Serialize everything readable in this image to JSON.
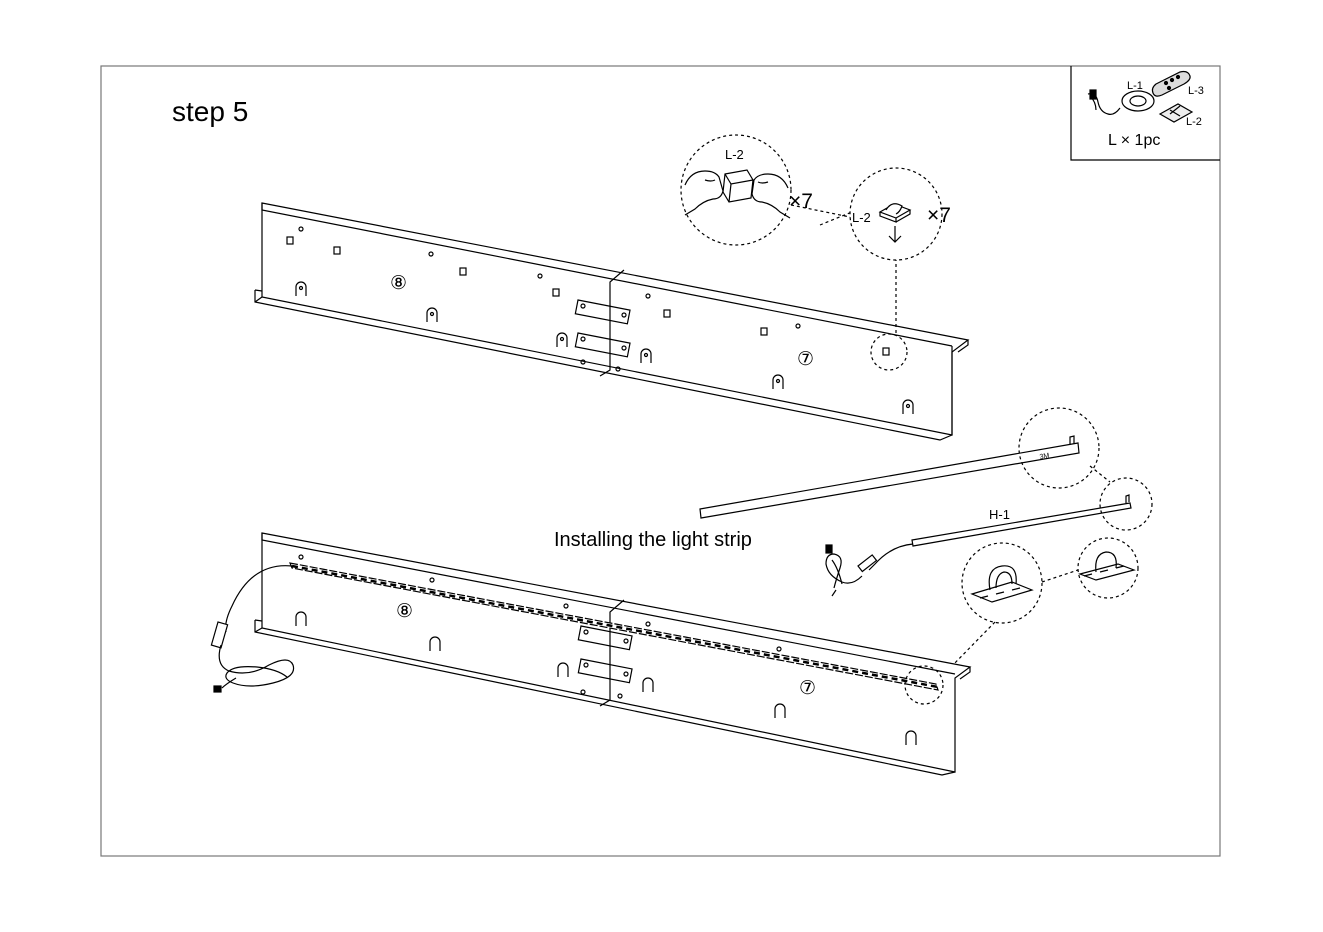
{
  "step": {
    "title": "step 5"
  },
  "parts_box": {
    "labels": {
      "l1": "L-1",
      "l3": "L-3",
      "l2": "L-2"
    },
    "quantity": "L × 1pc"
  },
  "callouts": {
    "hand_label": "L-2",
    "hand_multiplier": "×7",
    "clip_label": "L-2",
    "clip_multiplier": "×7"
  },
  "panels": {
    "left_number": "⑧",
    "right_number": "⑦"
  },
  "lower_panels": {
    "left_number": "⑧",
    "right_number": "⑦"
  },
  "light_strip": {
    "caption": "Installing the light strip",
    "part_label": "H-1",
    "tape_mark": "3M"
  }
}
